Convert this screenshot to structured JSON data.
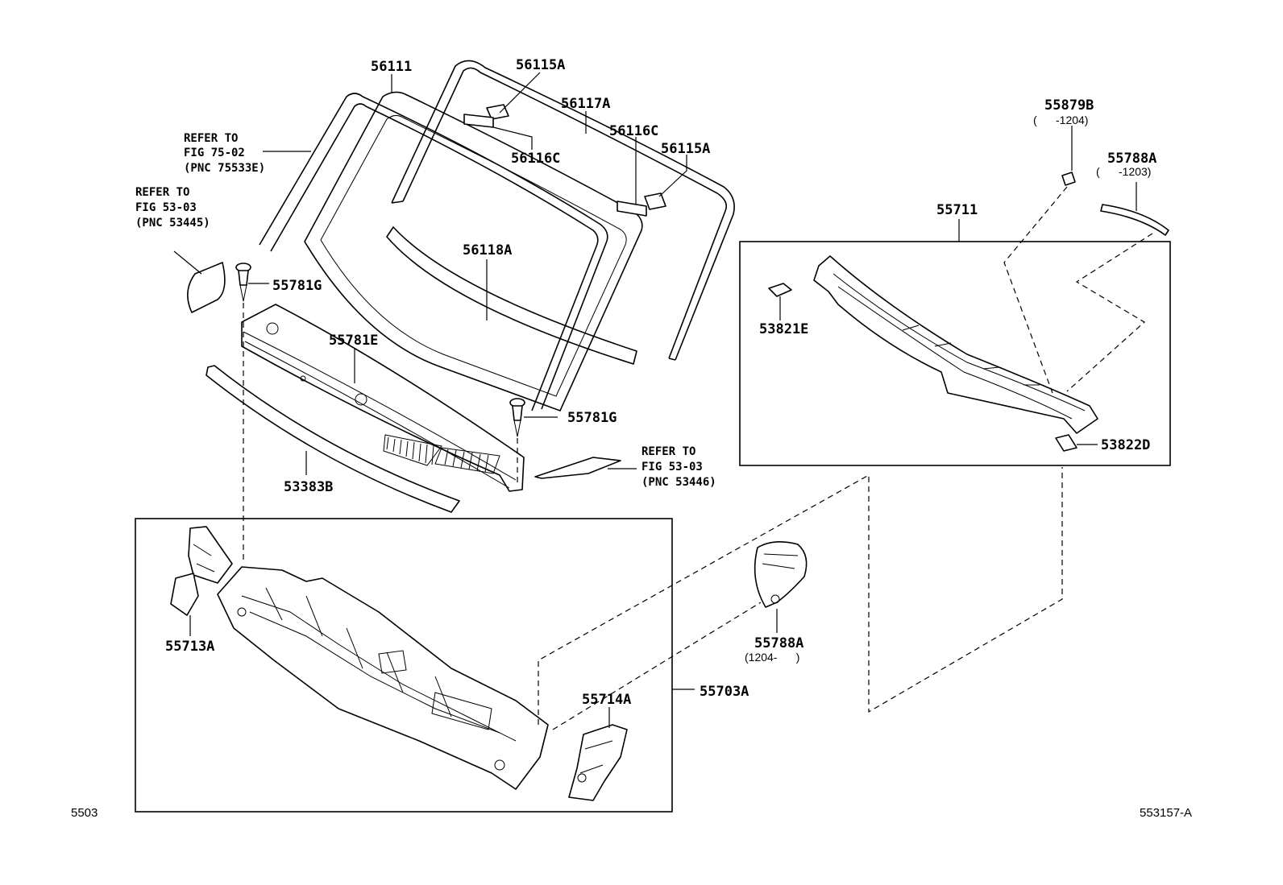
{
  "labels": {
    "p56111": "56111",
    "p56115A_top": "56115A",
    "p56117A": "56117A",
    "p56116C_right": "56116C",
    "p56115A_right": "56115A",
    "p56116C_left": "56116C",
    "p56118A": "56118A",
    "p55781G_left": "55781G",
    "p55781E": "55781E",
    "p55781G_right": "55781G",
    "p53383B": "53383B",
    "p55879B": "55879B",
    "p55788A_top": "55788A",
    "p55711": "55711",
    "p53821E": "53821E",
    "p53822D": "53822D",
    "p55713A": "55713A",
    "p55714A": "55714A",
    "p55703A": "55703A",
    "p55788A_mid": "55788A"
  },
  "notes": {
    "n55879B": "(      -1204)",
    "n55788A_top": "(      -1203)",
    "n55788A_mid": "(1204-      )"
  },
  "refs": {
    "ref75_line1": "REFER TO",
    "ref75_line2": "FIG 75-02",
    "ref75_line3": "(PNC 75533E)",
    "ref53a_line1": "REFER TO",
    "ref53a_line2": "FIG 53-03",
    "ref53a_line3": "(PNC 53445)",
    "ref53b_line1": "REFER TO",
    "ref53b_line2": "FIG 53-03",
    "ref53b_line3": "(PNC 53446)"
  },
  "footer": {
    "left_code": "5503",
    "right_code": "553157-A"
  }
}
